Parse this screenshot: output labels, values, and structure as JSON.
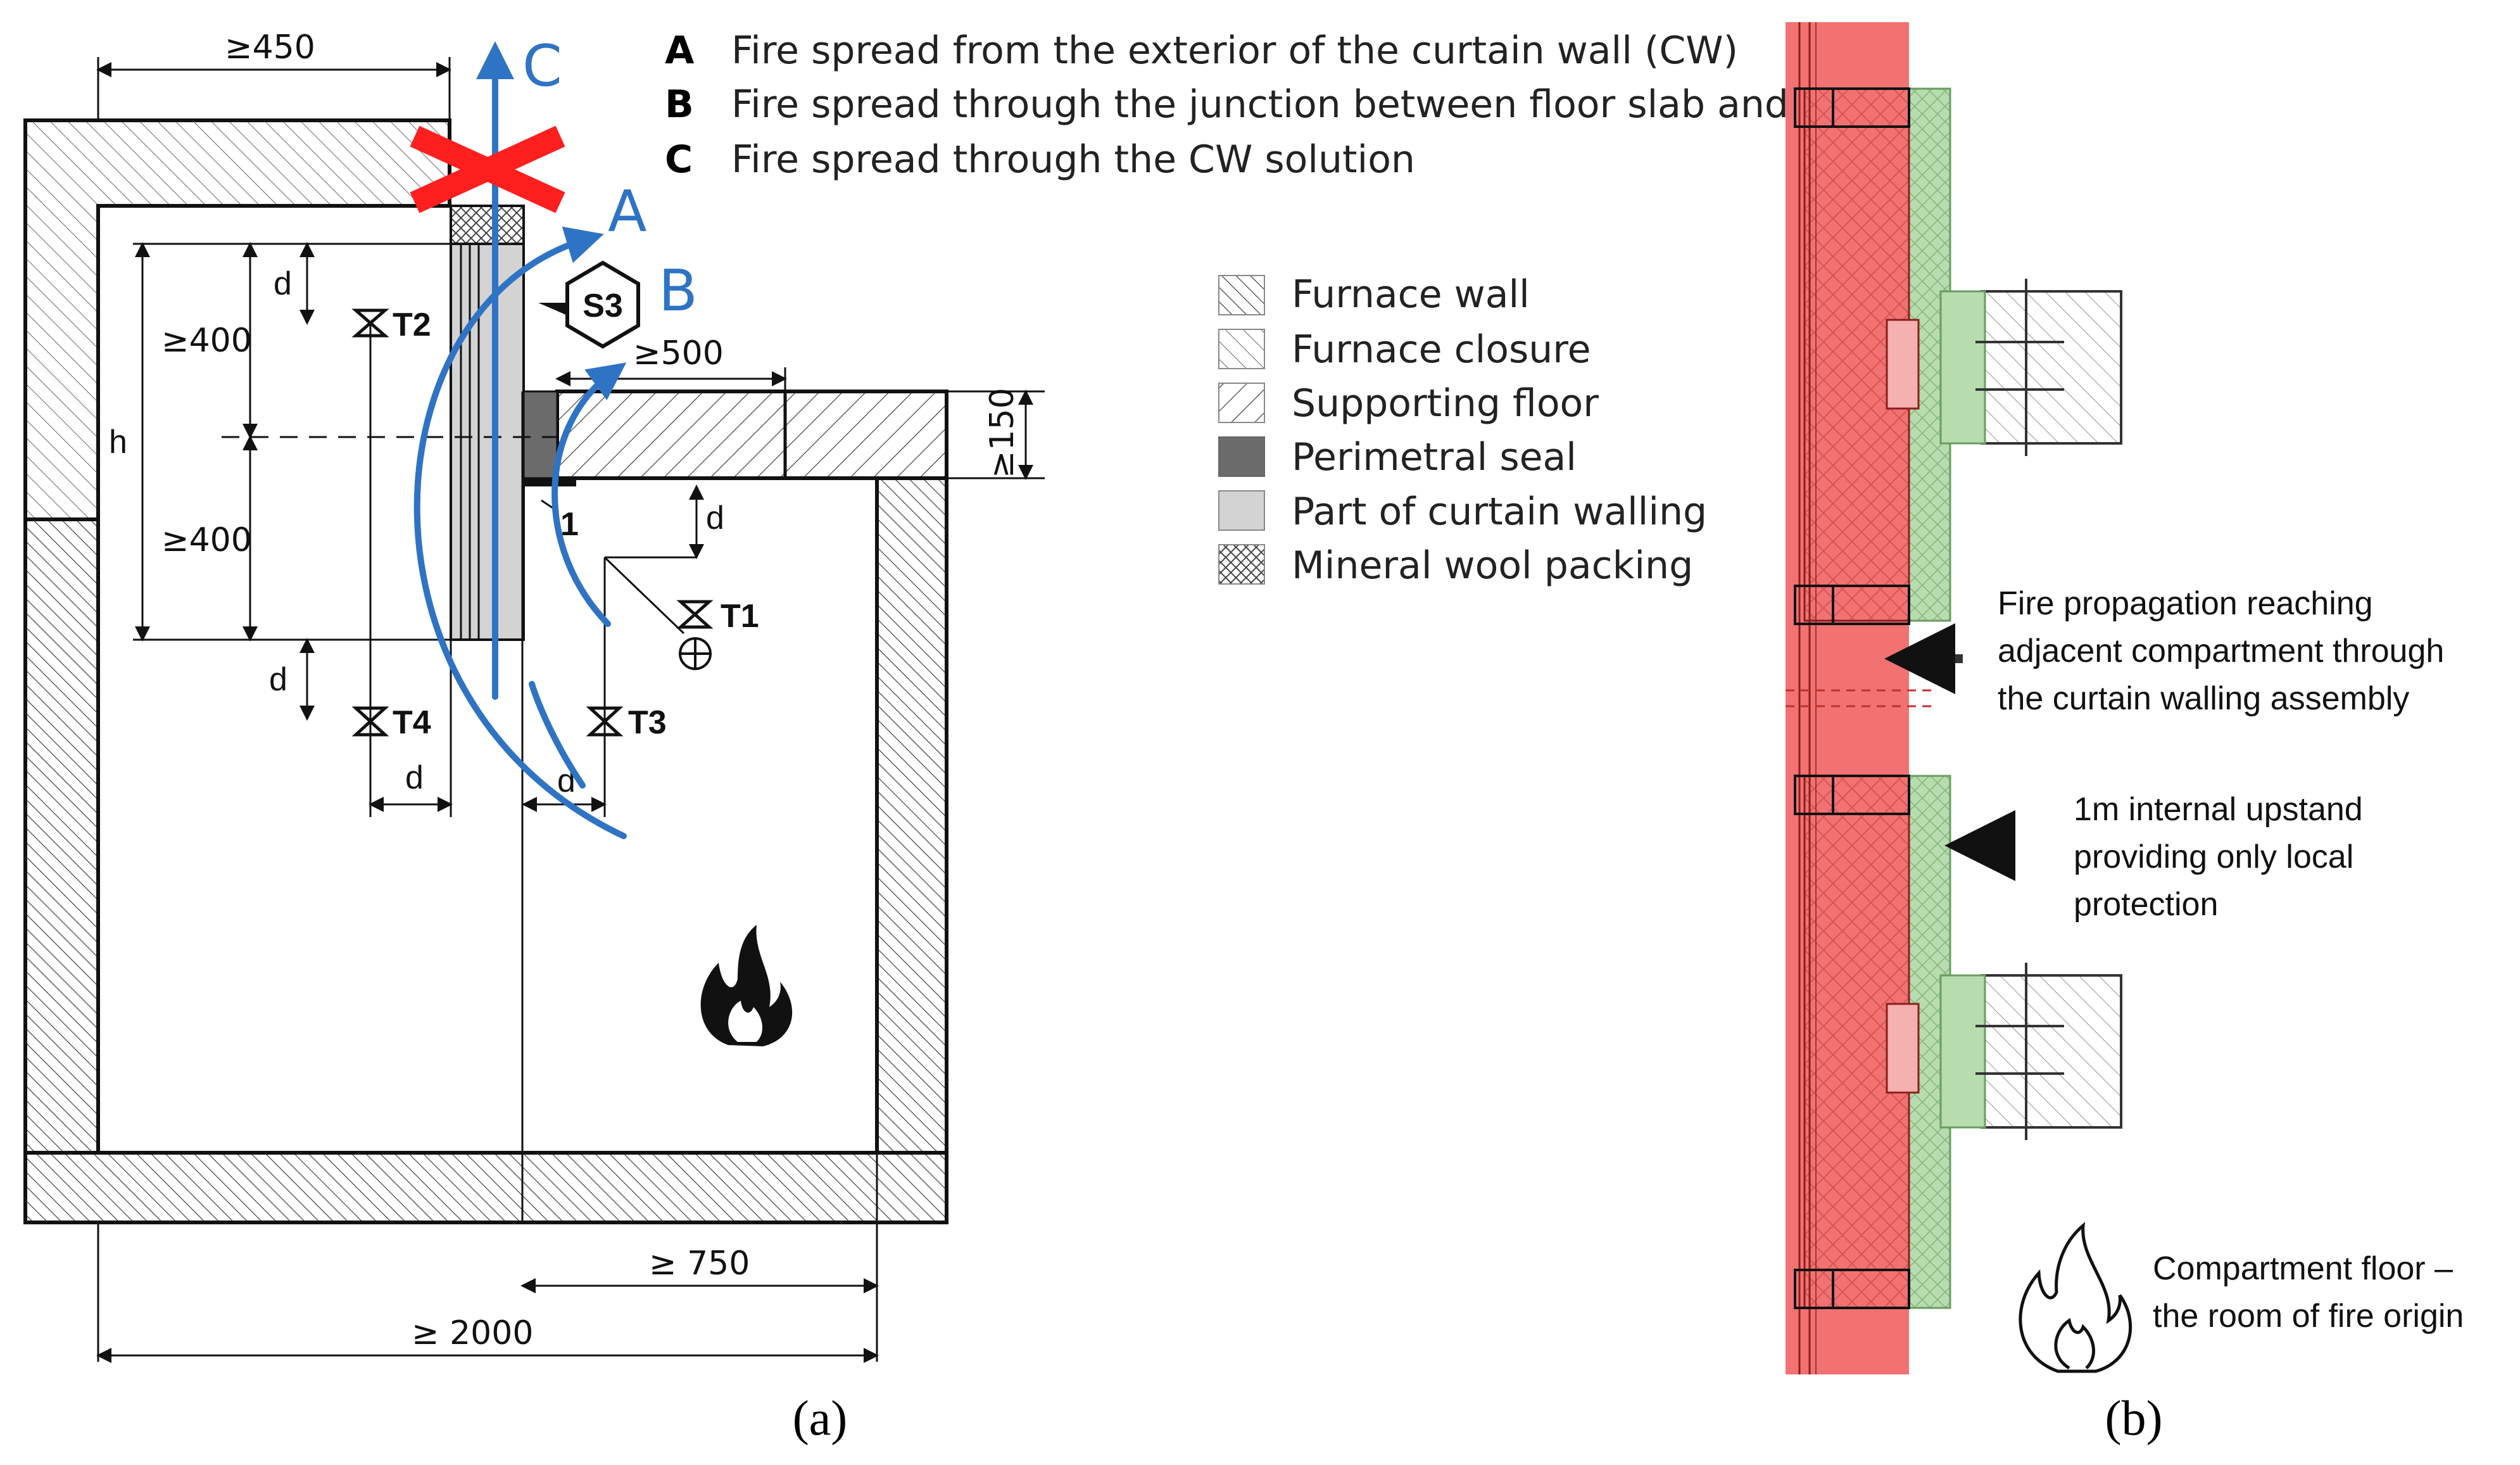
{
  "panel_a": {
    "route_legend": [
      {
        "letter": "A",
        "text": "Fire spread from the exterior of the curtain wall (CW)"
      },
      {
        "letter": "B",
        "text": "Fire spread through the junction between floor slab and CW"
      },
      {
        "letter": "C",
        "text": "Fire spread through the CW solution"
      }
    ],
    "material_legend": [
      {
        "key": "furnace-wall",
        "label": "Furnace wall"
      },
      {
        "key": "furnace-closure",
        "label": "Furnace closure"
      },
      {
        "key": "supporting-floor",
        "label": "Supporting floor"
      },
      {
        "key": "perimetral-seal",
        "label": "Perimetral seal"
      },
      {
        "key": "curtain-walling",
        "label": "Part of curtain walling"
      },
      {
        "key": "mineral-wool",
        "label": "Mineral wool packing"
      }
    ],
    "dimensions": {
      "top_width": "≥450",
      "floor_width": "≥500",
      "slab_thickness": "≥150",
      "upper_height": "≥400",
      "lower_height": "≥400",
      "height_label": "h",
      "d": "d",
      "bottom_width": "≥ 750",
      "overall_width": "≥ 2000"
    },
    "sensors": {
      "t1": "T1",
      "t2": "T2",
      "t3": "T3",
      "t4": "T4",
      "s3": "S3"
    },
    "route_letters": {
      "a": "A",
      "b": "B",
      "c": "C"
    },
    "seal_number": "1",
    "caption": "(a)"
  },
  "panel_b": {
    "annotation_1": [
      "Fire propagation reaching",
      "adjacent compartment through",
      "the curtain walling assembly"
    ],
    "annotation_2": [
      "1m internal upstand",
      "providing only local",
      "protection"
    ],
    "annotation_3": [
      "Compartment floor –",
      "the room of fire origin"
    ],
    "caption": "(b)"
  },
  "colors": {
    "route_arrows": "#2f73c4",
    "blocked_x": "#ff1f1f",
    "fire_zone": "#f27272",
    "upstand": "#b7dcae",
    "seal": "#6b6b6b",
    "curtain_wall": "#d3d3d3"
  }
}
